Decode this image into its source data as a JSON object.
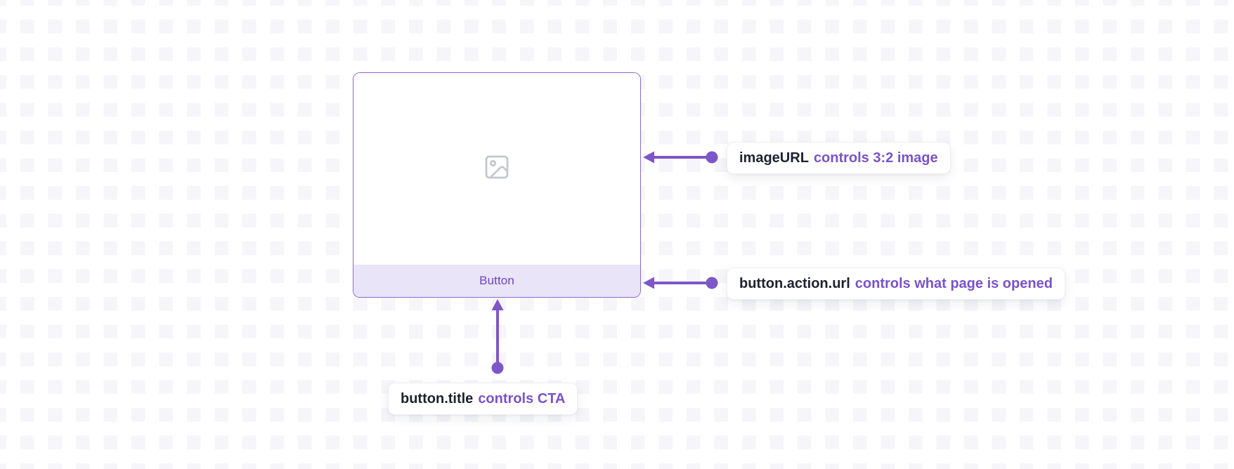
{
  "card": {
    "button": {
      "label": "Button"
    },
    "image_placeholder": "image-icon"
  },
  "annotations": [
    {
      "property": "imageURL",
      "description": "controls 3:2 image"
    },
    {
      "property": "button.action.url",
      "description": "controls what page is opened"
    },
    {
      "property": "button.title",
      "description": "controls CTA"
    }
  ],
  "colors": {
    "accent_purple": "#7d57c7",
    "annotation_property_text": "#1d222e",
    "annotation_description_text": "#7a52c8",
    "card_border": "#8a68ce",
    "button_background": "#e9e4f8",
    "button_text": "#6d44bc",
    "placeholder_icon_gray": "#c3c8d1",
    "background_pattern_square": "#f5f5fa"
  }
}
